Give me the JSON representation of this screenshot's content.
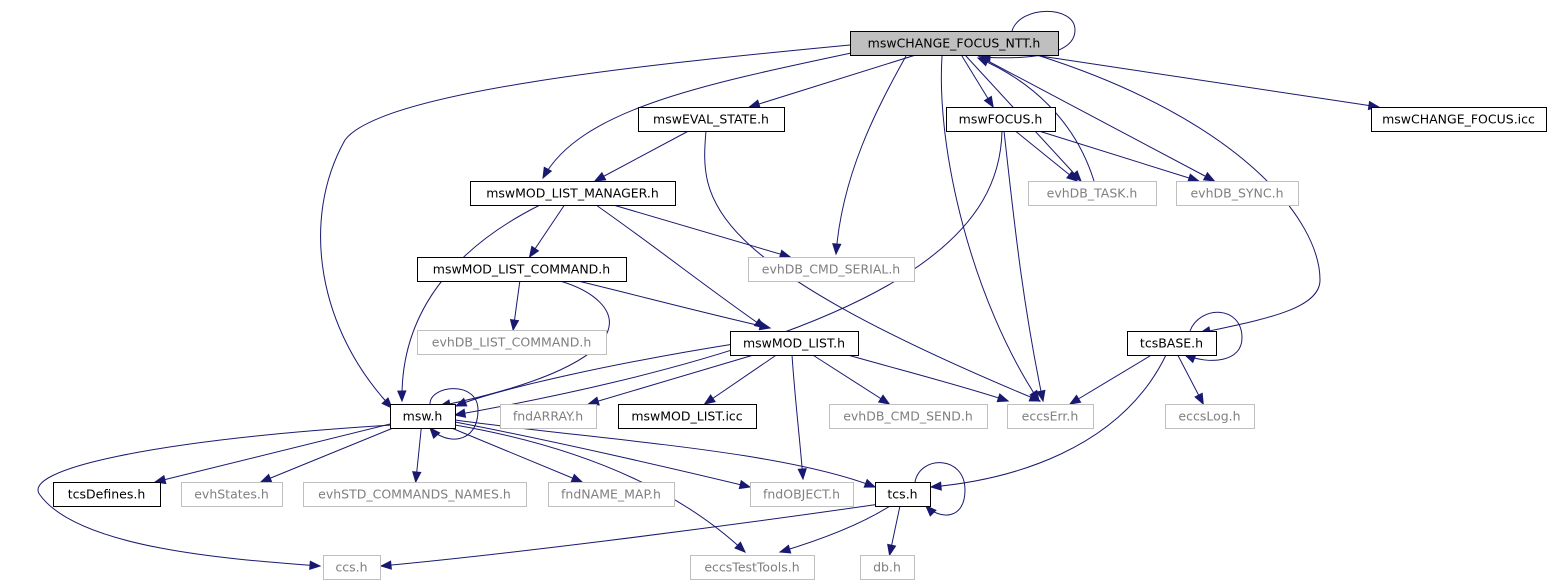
{
  "colors": {
    "edge": "#191970",
    "root_fill": "#bfbfbf",
    "node_fill": "#ffffff",
    "node_border": "#000000",
    "external_border": "#bfbfbf",
    "external_text": "#7f7f7f",
    "text": "#000000"
  },
  "nodes": [
    {
      "id": "root",
      "label": "mswCHANGE_FOCUS_NTT.h",
      "style": "root"
    },
    {
      "id": "eval",
      "label": "mswEVAL_STATE.h",
      "style": "normal"
    },
    {
      "id": "focus",
      "label": "mswFOCUS.h",
      "style": "normal"
    },
    {
      "id": "icc",
      "label": "mswCHANGE_FOCUS.icc",
      "style": "normal"
    },
    {
      "id": "mgr",
      "label": "mswMOD_LIST_MANAGER.h",
      "style": "normal"
    },
    {
      "id": "task",
      "label": "evhDB_TASK.h",
      "style": "external"
    },
    {
      "id": "sync",
      "label": "evhDB_SYNC.h",
      "style": "external"
    },
    {
      "id": "cmd",
      "label": "mswMOD_LIST_COMMAND.h",
      "style": "normal"
    },
    {
      "id": "serial",
      "label": "evhDB_CMD_SERIAL.h",
      "style": "external"
    },
    {
      "id": "listcmd",
      "label": "evhDB_LIST_COMMAND.h",
      "style": "external"
    },
    {
      "id": "modlist",
      "label": "mswMOD_LIST.h",
      "style": "normal"
    },
    {
      "id": "tcsbase",
      "label": "tcsBASE.h",
      "style": "normal"
    },
    {
      "id": "msw",
      "label": "msw.h",
      "style": "normal"
    },
    {
      "id": "fndarray",
      "label": "fndARRAY.h",
      "style": "external"
    },
    {
      "id": "modlisticc",
      "label": "mswMOD_LIST.icc",
      "style": "normal"
    },
    {
      "id": "send",
      "label": "evhDB_CMD_SEND.h",
      "style": "external"
    },
    {
      "id": "eccserr",
      "label": "eccsErr.h",
      "style": "external"
    },
    {
      "id": "eccslog",
      "label": "eccsLog.h",
      "style": "external"
    },
    {
      "id": "tcsdef",
      "label": "tcsDefines.h",
      "style": "normal"
    },
    {
      "id": "evhstates",
      "label": "evhStates.h",
      "style": "external"
    },
    {
      "id": "stdcmd",
      "label": "evhSTD_COMMANDS_NAMES.h",
      "style": "external"
    },
    {
      "id": "namemap",
      "label": "fndNAME_MAP.h",
      "style": "external"
    },
    {
      "id": "fndobj",
      "label": "fndOBJECT.h",
      "style": "external"
    },
    {
      "id": "tcs",
      "label": "tcs.h",
      "style": "normal"
    },
    {
      "id": "ccs",
      "label": "ccs.h",
      "style": "external"
    },
    {
      "id": "testtools",
      "label": "eccsTestTools.h",
      "style": "external"
    },
    {
      "id": "db",
      "label": "db.h",
      "style": "external"
    }
  ],
  "edges": [
    {
      "from": "root",
      "to": "root"
    },
    {
      "from": "root",
      "to": "eval"
    },
    {
      "from": "root",
      "to": "focus"
    },
    {
      "from": "root",
      "to": "icc"
    },
    {
      "from": "root",
      "to": "mgr"
    },
    {
      "from": "root",
      "to": "serial"
    },
    {
      "from": "root",
      "to": "task"
    },
    {
      "from": "root",
      "to": "sync"
    },
    {
      "from": "root",
      "to": "eccserr"
    },
    {
      "from": "root",
      "to": "tcsbase"
    },
    {
      "from": "root",
      "to": "msw"
    },
    {
      "from": "task",
      "to": "root"
    },
    {
      "from": "eval",
      "to": "mgr"
    },
    {
      "from": "eval",
      "to": "eccserr"
    },
    {
      "from": "focus",
      "to": "task"
    },
    {
      "from": "focus",
      "to": "sync"
    },
    {
      "from": "focus",
      "to": "eccserr"
    },
    {
      "from": "focus",
      "to": "msw"
    },
    {
      "from": "mgr",
      "to": "cmd"
    },
    {
      "from": "mgr",
      "to": "serial"
    },
    {
      "from": "mgr",
      "to": "modlist"
    },
    {
      "from": "mgr",
      "to": "msw"
    },
    {
      "from": "cmd",
      "to": "listcmd"
    },
    {
      "from": "cmd",
      "to": "modlist"
    },
    {
      "from": "cmd",
      "to": "msw"
    },
    {
      "from": "modlist",
      "to": "msw"
    },
    {
      "from": "modlist",
      "to": "fndarray"
    },
    {
      "from": "modlist",
      "to": "modlisticc"
    },
    {
      "from": "modlist",
      "to": "send"
    },
    {
      "from": "modlist",
      "to": "eccserr"
    },
    {
      "from": "modlist",
      "to": "fndobj"
    },
    {
      "from": "tcsbase",
      "to": "tcsbase"
    },
    {
      "from": "tcsbase",
      "to": "eccserr"
    },
    {
      "from": "tcsbase",
      "to": "eccslog"
    },
    {
      "from": "tcsbase",
      "to": "tcs"
    },
    {
      "from": "msw",
      "to": "msw"
    },
    {
      "from": "msw",
      "to": "tcsdef"
    },
    {
      "from": "msw",
      "to": "evhstates"
    },
    {
      "from": "msw",
      "to": "stdcmd"
    },
    {
      "from": "msw",
      "to": "namemap"
    },
    {
      "from": "msw",
      "to": "fndobj"
    },
    {
      "from": "msw",
      "to": "tcs"
    },
    {
      "from": "msw",
      "to": "ccs"
    },
    {
      "from": "msw",
      "to": "testtools"
    },
    {
      "from": "tcs",
      "to": "tcs"
    },
    {
      "from": "tcs",
      "to": "ccs"
    },
    {
      "from": "tcs",
      "to": "testtools"
    },
    {
      "from": "tcs",
      "to": "db"
    }
  ]
}
